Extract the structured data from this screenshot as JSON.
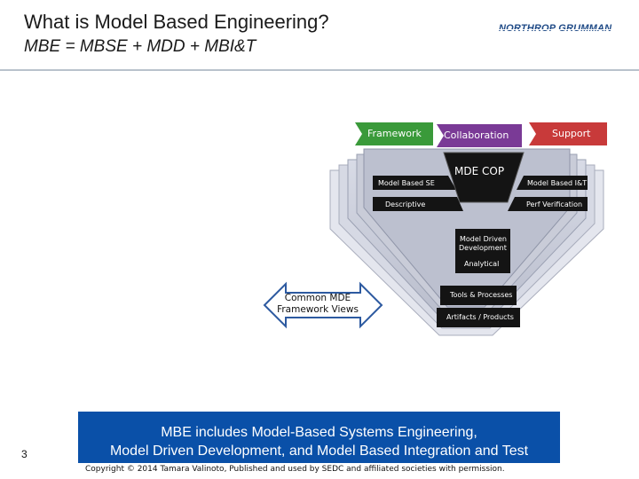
{
  "slide": {
    "title": "What is Model Based Engineering?",
    "subtitle": "MBE = MBSE + MDD + MBI&T",
    "logo_text": "NORTHROP GRUMMAN",
    "page_number": "3"
  },
  "diagram": {
    "tabs": {
      "framework": "Framework",
      "collaboration": "Collaboration",
      "support": "Support"
    },
    "center": "MDE COP",
    "left_label": "Model Based SE",
    "left_sub": "Descriptive",
    "right_label": "Model Based I&T",
    "right_sub": "Perf Verification",
    "bottom_label_1": "Model Driven",
    "bottom_label_2": "Development",
    "bottom_sub": "Analytical",
    "views_label_1": "Common MDE",
    "views_label_2": "Framework Views",
    "tools": "Tools & Processes",
    "artifacts": "Artifacts / Products"
  },
  "banner": {
    "line1": "MBE includes Model-Based Systems Engineering,",
    "line2": "Model Driven Development, and Model Based Integration and Test"
  },
  "copyright": "Copyright © 2014 Tamara Valinoto, Published and used by SEDC and affiliated societies with permission.",
  "colors": {
    "tab_green": "#3a9a3a",
    "tab_purple": "#7a3a96",
    "tab_red": "#c83a3a",
    "dark_block": "#141414",
    "frame_gray": "#c9ccd8",
    "banner_blue": "#0a50a8"
  }
}
